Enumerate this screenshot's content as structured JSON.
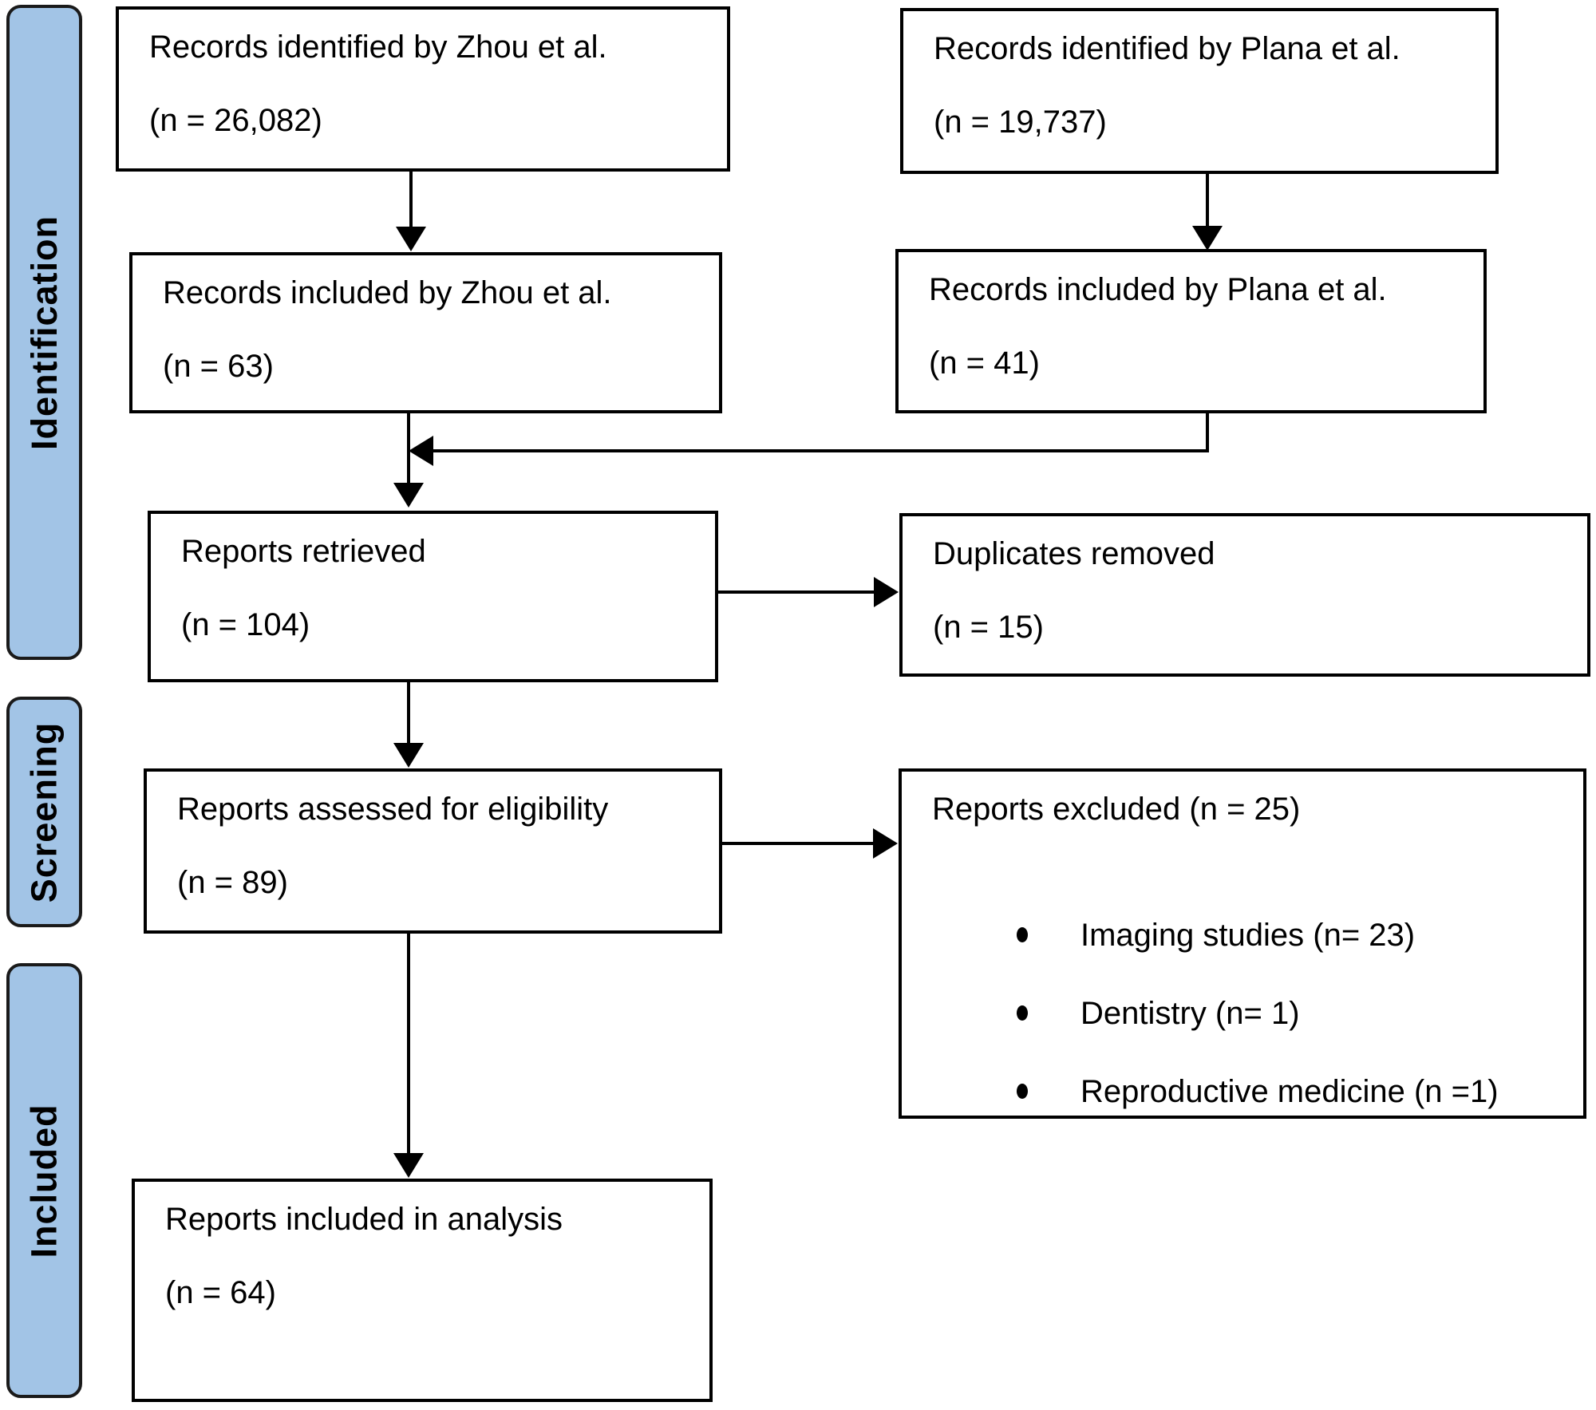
{
  "sidebar": {
    "stages": [
      {
        "label": "Identification"
      },
      {
        "label": "Screening"
      },
      {
        "label": "Included"
      }
    ]
  },
  "boxes": {
    "zhou_identified": {
      "line1": "Records identified by Zhou et al.",
      "line2": "(n = 26,082)"
    },
    "plana_identified": {
      "line1": "Records identified by Plana et al.",
      "line2": "(n = 19,737)"
    },
    "zhou_included": {
      "line1": "Records included by Zhou et al.",
      "line2": "(n = 63)"
    },
    "plana_included": {
      "line1": "Records included by Plana et al.",
      "line2": "(n = 41)"
    },
    "reports_retrieved": {
      "line1": "Reports retrieved",
      "line2": "(n = 104)"
    },
    "duplicates_removed": {
      "line1": "Duplicates removed",
      "line2": "(n = 15)"
    },
    "reports_assessed": {
      "line1": "Reports assessed for eligibility",
      "line2": "(n = 89)"
    },
    "reports_excluded": {
      "title": "Reports excluded (n = 25)",
      "reasons": [
        "Imaging studies (n= 23)",
        "Dentistry (n= 1)",
        "Reproductive medicine (n =1)"
      ]
    },
    "reports_included": {
      "line1": "Reports included in analysis",
      "line2": "(n = 64)"
    }
  },
  "colors": {
    "stage_fill": "#a2c4e6",
    "line_color": "#000000",
    "background": "#ffffff"
  }
}
